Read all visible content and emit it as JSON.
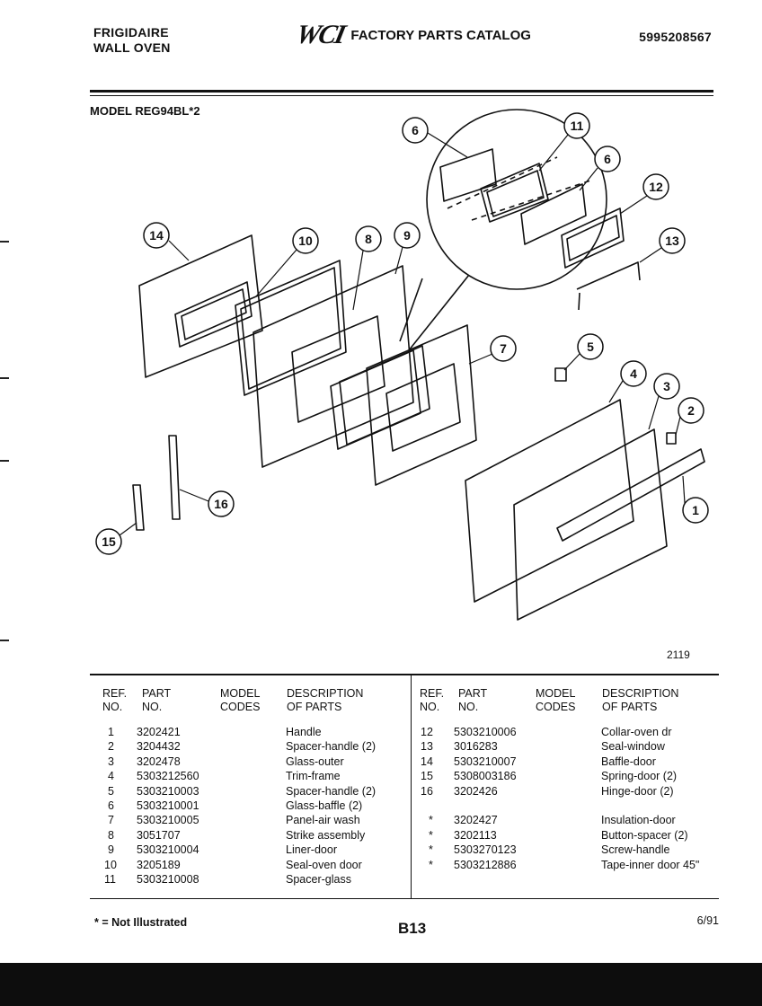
{
  "header": {
    "brand_line1": "FRIGIDAIRE",
    "brand_line2": "WALL OVEN",
    "logo": "WCI",
    "catalog_title": "FACTORY PARTS CATALOG",
    "document_number": "5995208567"
  },
  "model_label": "MODEL REG94BL*2",
  "diagram": {
    "code": "2119",
    "callouts": [
      "1",
      "2",
      "3",
      "4",
      "5",
      "6",
      "6",
      "7",
      "8",
      "9",
      "10",
      "11",
      "12",
      "13",
      "14",
      "15",
      "16"
    ]
  },
  "table": {
    "headers": {
      "ref_line1": "REF.",
      "ref_line2": "NO.",
      "part_line1": "PART",
      "part_line2": "NO.",
      "model_line1": "MODEL",
      "model_line2": "CODES",
      "desc_line1": "DESCRIPTION",
      "desc_line2": "OF PARTS"
    },
    "left_rows": [
      {
        "ref": "1",
        "part": "3202421",
        "desc": "Handle"
      },
      {
        "ref": "2",
        "part": "3204432",
        "desc": "Spacer-handle (2)"
      },
      {
        "ref": "3",
        "part": "3202478",
        "desc": "Glass-outer"
      },
      {
        "ref": "4",
        "part": "5303212560",
        "desc": "Trim-frame"
      },
      {
        "ref": "5",
        "part": "5303210003",
        "desc": "Spacer-handle (2)"
      },
      {
        "ref": "6",
        "part": "5303210001",
        "desc": "Glass-baffle (2)"
      },
      {
        "ref": "7",
        "part": "5303210005",
        "desc": "Panel-air wash"
      },
      {
        "ref": "8",
        "part": "3051707",
        "desc": "Strike assembly"
      },
      {
        "ref": "9",
        "part": "5303210004",
        "desc": "Liner-door"
      },
      {
        "ref": "10",
        "part": "3205189",
        "desc": "Seal-oven door"
      },
      {
        "ref": "11",
        "part": "5303210008",
        "desc": "Spacer-glass"
      }
    ],
    "right_rows": [
      {
        "ref": "12",
        "part": "5303210006",
        "desc": "Collar-oven dr"
      },
      {
        "ref": "13",
        "part": "3016283",
        "desc": "Seal-window"
      },
      {
        "ref": "14",
        "part": "5303210007",
        "desc": "Baffle-door"
      },
      {
        "ref": "15",
        "part": "5308003186",
        "desc": "Spring-door (2)"
      },
      {
        "ref": "16",
        "part": "3202426",
        "desc": "Hinge-door (2)"
      }
    ],
    "right_rows_unillustrated": [
      {
        "ref": "*",
        "part": "3202427",
        "desc": "Insulation-door"
      },
      {
        "ref": "*",
        "part": "3202113",
        "desc": "Button-spacer (2)"
      },
      {
        "ref": "*",
        "part": "5303270123",
        "desc": "Screw-handle"
      },
      {
        "ref": "*",
        "part": "5303212886",
        "desc": "Tape-inner door 45\""
      }
    ]
  },
  "footer": {
    "note": "* = Not Illustrated",
    "page_number": "B13",
    "date": "6/91"
  }
}
